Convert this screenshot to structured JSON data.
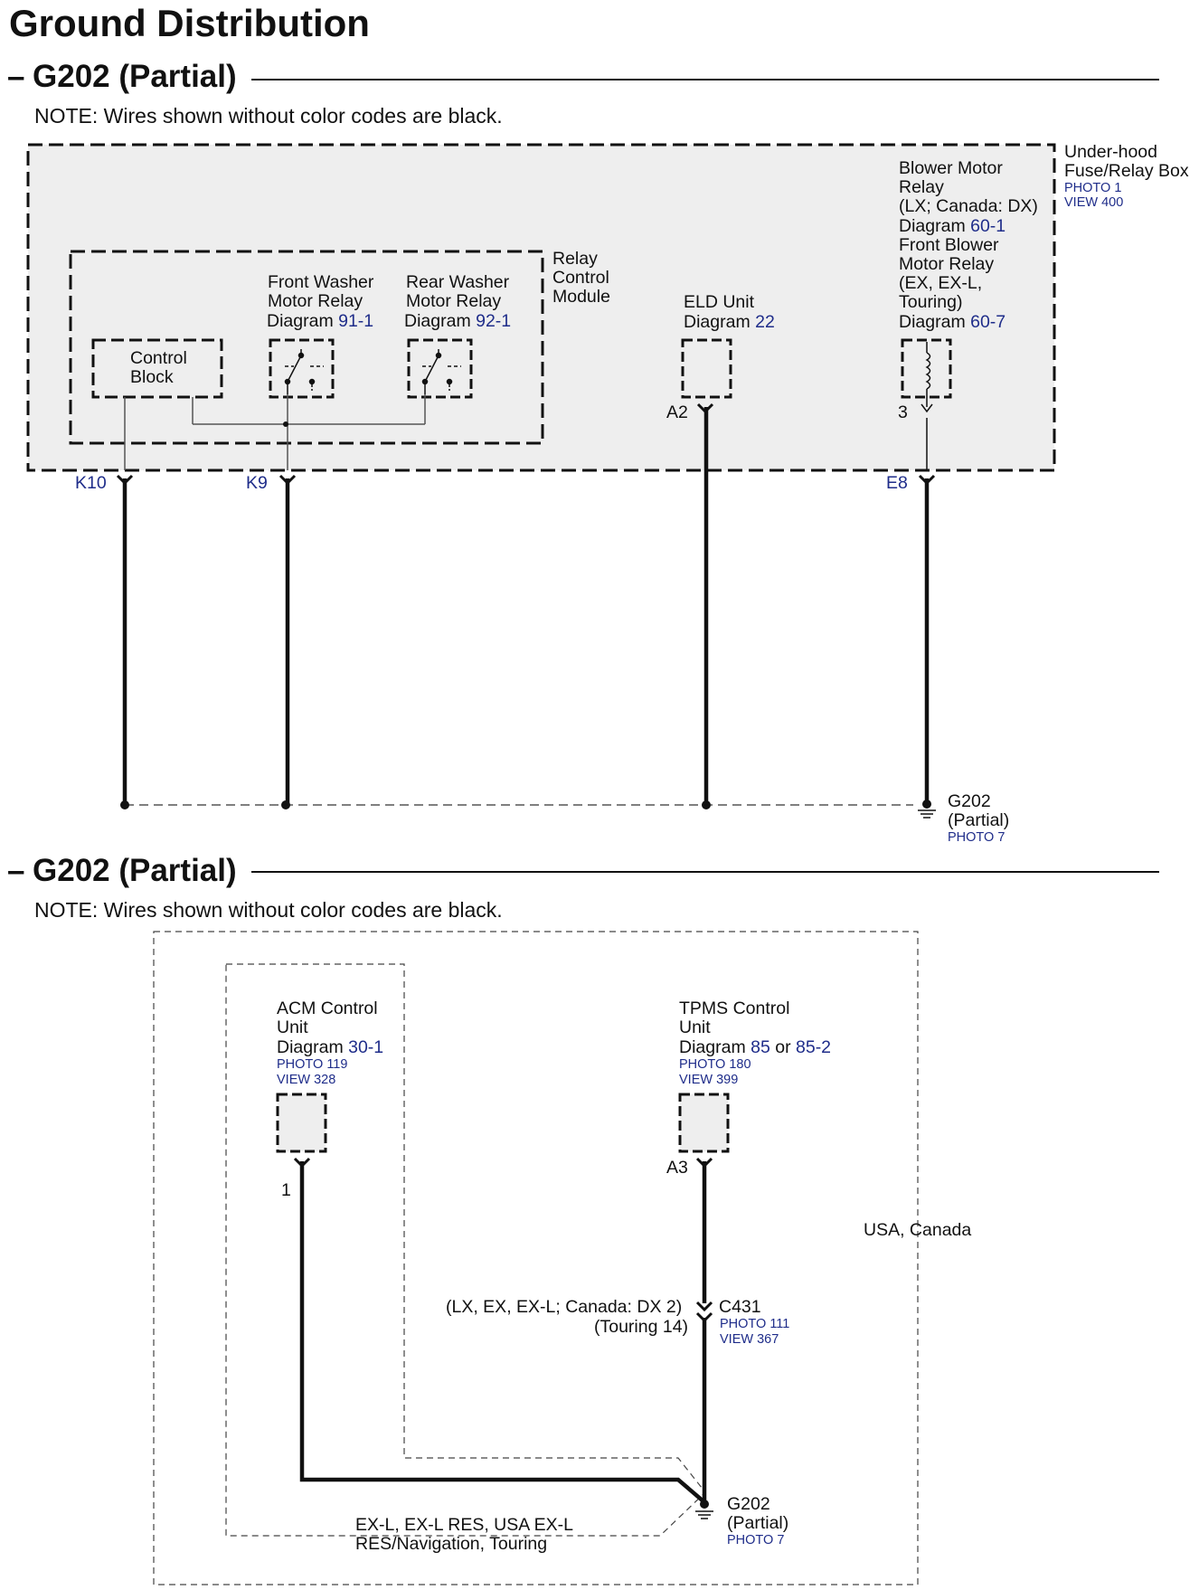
{
  "title": "Ground Distribution",
  "sections": [
    {
      "heading": "G202 (Partial)",
      "note": "NOTE: Wires shown without color codes are black.",
      "underhood_box": {
        "label_l1": "Under-hood",
        "label_l2": "Fuse/Relay Box",
        "photo": "PHOTO 1",
        "view": "VIEW 400"
      },
      "relay_module": {
        "label_l1": "Relay",
        "label_l2": "Control",
        "label_l3": "Module"
      },
      "control_block": {
        "label_l1": "Control",
        "label_l2": "Block"
      },
      "front_washer": {
        "label_l1": "Front Washer",
        "label_l2": "Motor Relay",
        "diagram_word": "Diagram",
        "diagram_ref": "91-1"
      },
      "rear_washer": {
        "label_l1": "Rear Washer",
        "label_l2": "Motor Relay",
        "diagram_word": "Diagram",
        "diagram_ref": "92-1"
      },
      "eld_unit": {
        "label": "ELD Unit",
        "diagram_word": "Diagram",
        "diagram_ref": "22",
        "pin": "A2"
      },
      "blower_relay": {
        "l1": "Blower Motor",
        "l2": "Relay",
        "l3": "(LX; Canada: DX)",
        "diagram_word_1": "Diagram",
        "diagram_ref_1": "60-1",
        "l4": "Front Blower",
        "l5": "Motor Relay",
        "l6": "(EX, EX-L,",
        "l7": "Touring)",
        "diagram_word_2": "Diagram",
        "diagram_ref_2": "60-7",
        "pin": "3"
      },
      "connectors": {
        "k10": "K10",
        "k9": "K9",
        "e8": "E8"
      },
      "ground": {
        "l1": "G202",
        "l2": "(Partial)",
        "photo": "PHOTO 7"
      }
    },
    {
      "heading": "G202 (Partial)",
      "note": "NOTE: Wires shown without color codes are black.",
      "acm": {
        "l1": "ACM Control",
        "l2": "Unit",
        "diagram_word": "Diagram",
        "diagram_ref": "30-1",
        "photo": "PHOTO 119",
        "view": "VIEW 328",
        "pin": "1"
      },
      "tpms": {
        "l1": "TPMS Control",
        "l2": "Unit",
        "diagram_word": "Diagram",
        "diagram_ref_a": "85",
        "or_word": "or",
        "diagram_ref_b": "85-2",
        "photo": "PHOTO 180",
        "view": "VIEW 399",
        "pin": "A3"
      },
      "region": "USA, Canada",
      "c431": {
        "label": "C431",
        "photo": "PHOTO 111",
        "view": "VIEW 367",
        "note_l1": "(LX, EX, EX-L; Canada: DX 2)",
        "note_l2": "(Touring 14)"
      },
      "variant": {
        "l1": "EX-L, EX-L RES, USA EX-L",
        "l2": "RES/Navigation, Touring"
      },
      "ground": {
        "l1": "G202",
        "l2": "(Partial)",
        "photo": "PHOTO 7"
      }
    }
  ]
}
